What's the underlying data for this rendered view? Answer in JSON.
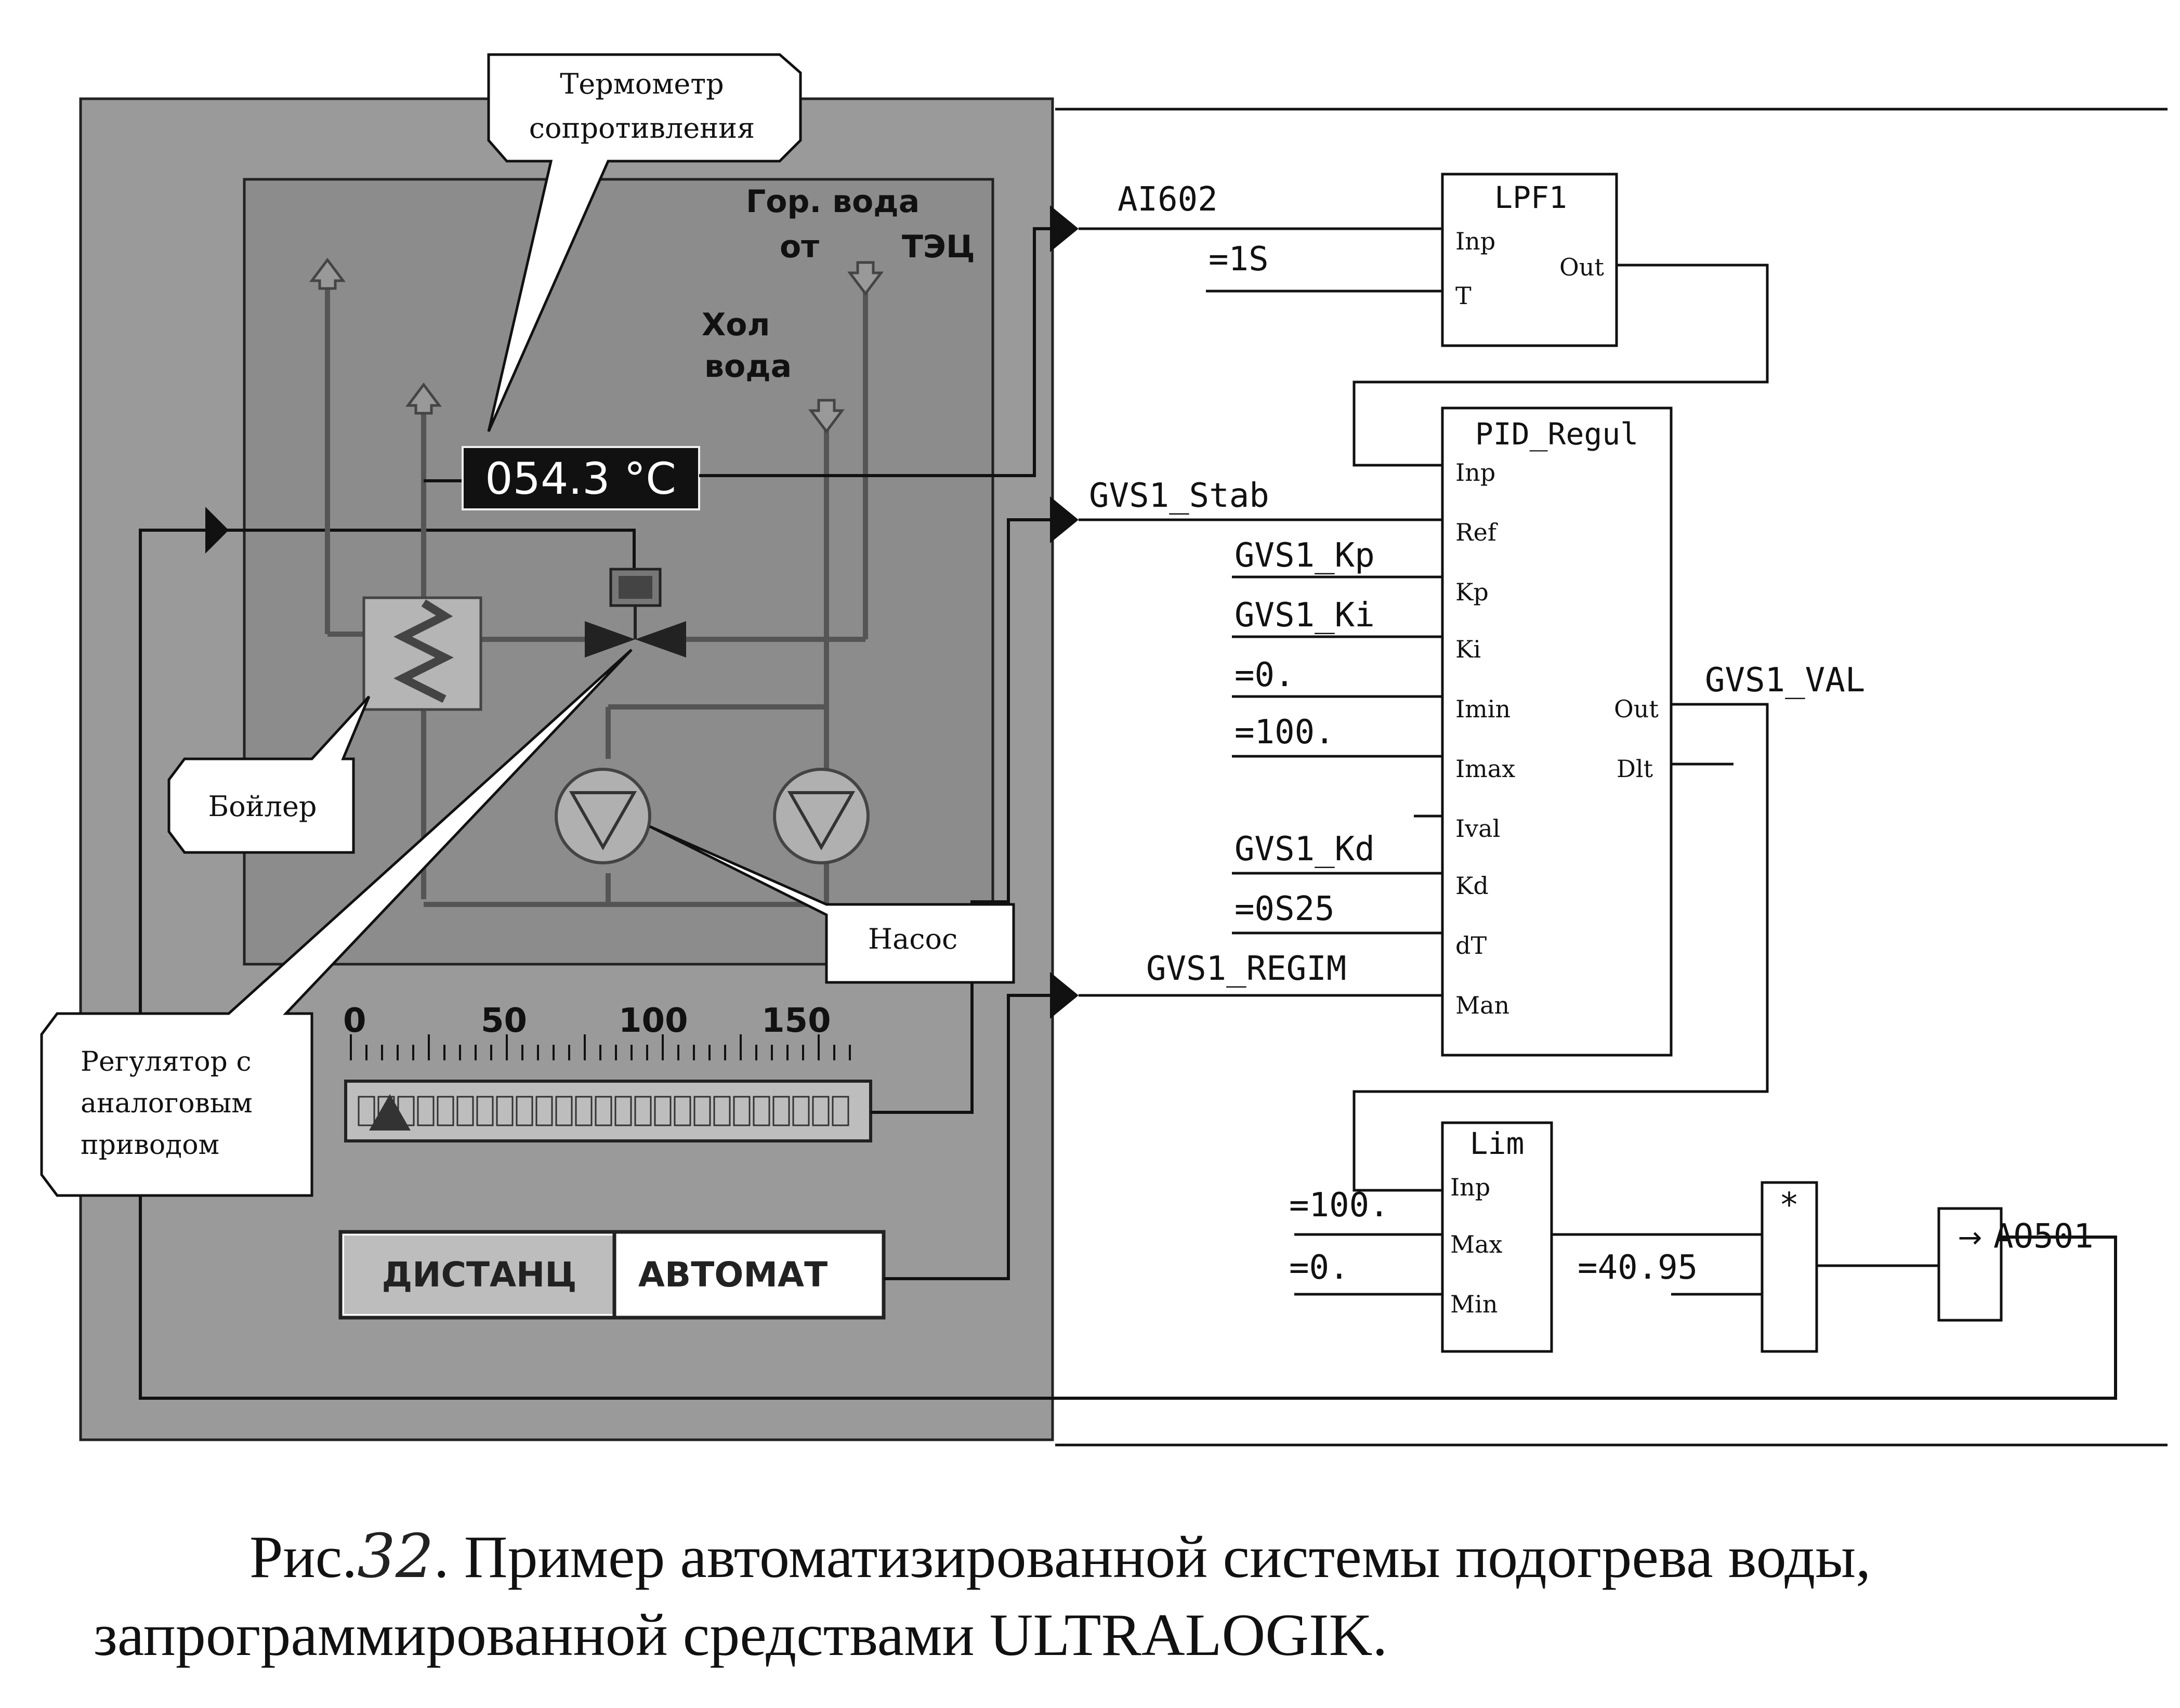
{
  "callouts": {
    "thermometer": [
      "Термометр",
      "сопротивления"
    ],
    "boiler": "Бойлер",
    "pump": "Насос",
    "regulator": [
      "Регулятор с",
      "аналоговым",
      "приводом"
    ]
  },
  "plant": {
    "hot_water_label": [
      "Гор. вода",
      "от",
      "ТЭЦ"
    ],
    "cold_water_label": [
      "Хол",
      "вода"
    ],
    "temperature": "054.3 °C",
    "scale_ticks": [
      "0",
      "50",
      "100",
      "150"
    ],
    "mode_buttons": [
      "ДИСТАНЦ",
      "АВТОМАТ"
    ]
  },
  "blocks": {
    "lpf": {
      "title": "LPF1",
      "inputs": [
        "Inp",
        "T"
      ],
      "outputs": [
        "Out"
      ]
    },
    "pid": {
      "title": "PID_Regul",
      "inputs": [
        "Inp",
        "Ref",
        "Kp",
        "Ki",
        "Imin",
        "Imax",
        "Ival",
        "Kd",
        "dT",
        "Man"
      ],
      "outputs": [
        "Out",
        "Dlt"
      ]
    },
    "lim": {
      "title": "Lim",
      "inputs": [
        "Inp",
        "Max",
        "Min"
      ]
    },
    "mul": {
      "title": "*"
    },
    "out": {
      "title": "→"
    }
  },
  "signals": {
    "ai602": "AI602",
    "t_const": "=1S",
    "gvs1_stab": "GVS1_Stab",
    "gvs1_kp": "GVS1_Kp",
    "gvs1_ki": "GVS1_Ki",
    "imin": "=0.",
    "imax": "=100.",
    "gvs1_kd": "GVS1_Kd",
    "dt": "=0S25",
    "gvs1_regim": "GVS1_REGIM",
    "gvs1_val": "GVS1_VAL",
    "lim_max": "=100.",
    "lim_min": "=0.",
    "mul_const": "=40.95",
    "ao501": "AO501"
  },
  "caption": {
    "prefix": "Рис.",
    "handwritten_number": "32",
    "line1_rest": ". Пример автоматизированной системы подогрева воды,",
    "line2": "запрограммированной средствами ULTRALOGIK."
  },
  "colors": {
    "panel_outer": "#9a9a9a",
    "panel_inner": "#8f8f8f",
    "display_bg": "#111111",
    "display_text": "#ffffff",
    "line": "#111111"
  }
}
